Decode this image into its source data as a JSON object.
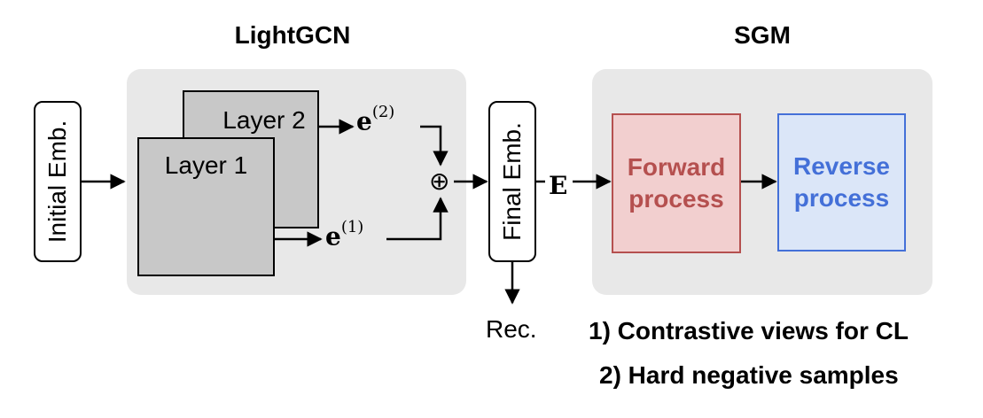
{
  "lightgcn": {
    "title": "LightGCN",
    "layer1_label": "Layer 1",
    "layer2_label": "Layer 2",
    "e2_base": "e",
    "e2_sup": "(2)",
    "e1_base": "e",
    "e1_sup": "(1)",
    "sum_symbol": "⊕"
  },
  "initial_emb": "Initial Emb.",
  "final_emb": "Final Emb.",
  "rec_label": "Rec.",
  "E_label": "E",
  "sgm": {
    "title": "SGM",
    "forward": "Forward process",
    "reverse": "Reverse process",
    "forward_color": "#b5504f",
    "forward_fill": "#f2cfcf",
    "reverse_color": "#4470d8",
    "reverse_fill": "#dbe6f8"
  },
  "notes": [
    "1) Contrastive views for CL",
    "2) Hard negative samples"
  ]
}
